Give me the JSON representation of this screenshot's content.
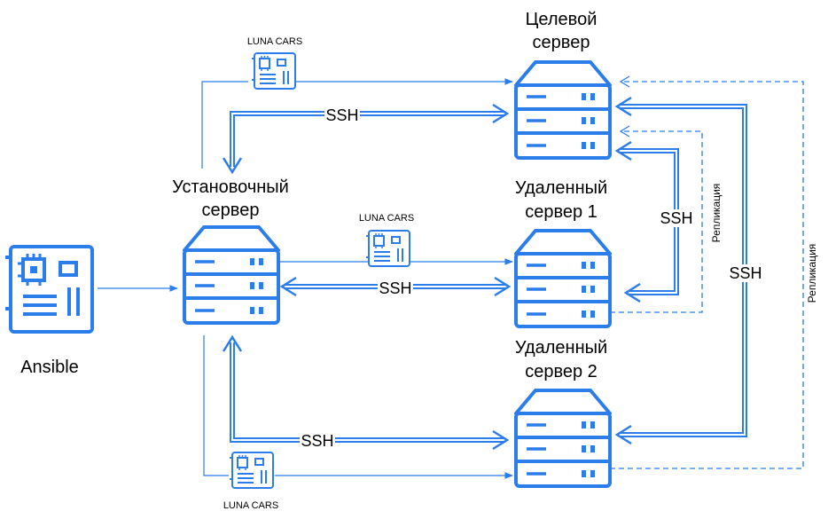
{
  "nodes": {
    "target": {
      "label_line1": "Целевой",
      "label_line2": "сервер"
    },
    "install": {
      "label_line1": "Установочный",
      "label_line2": "сервер"
    },
    "remote1": {
      "label_line1": "Удаленный",
      "label_line2": "сервер 1"
    },
    "remote2": {
      "label_line1": "Удаленный",
      "label_line2": "сервер 2"
    },
    "ansible": {
      "label": "Ansible"
    }
  },
  "packages": {
    "top": "LUNA CARS",
    "middle": "LUNA CARS",
    "bottom": "LUNA CARS"
  },
  "links": {
    "ssh_top": "SSH",
    "ssh_middle": "SSH",
    "ssh_bottom": "SSH",
    "ssh_remote1_target": "SSH",
    "ssh_remote2_target": "SSH",
    "replication_1": "Репликация",
    "replication_2": "Репликация"
  },
  "colors": {
    "accent": "#2b7de9",
    "line": "#2b7de9",
    "text": "#000000"
  }
}
